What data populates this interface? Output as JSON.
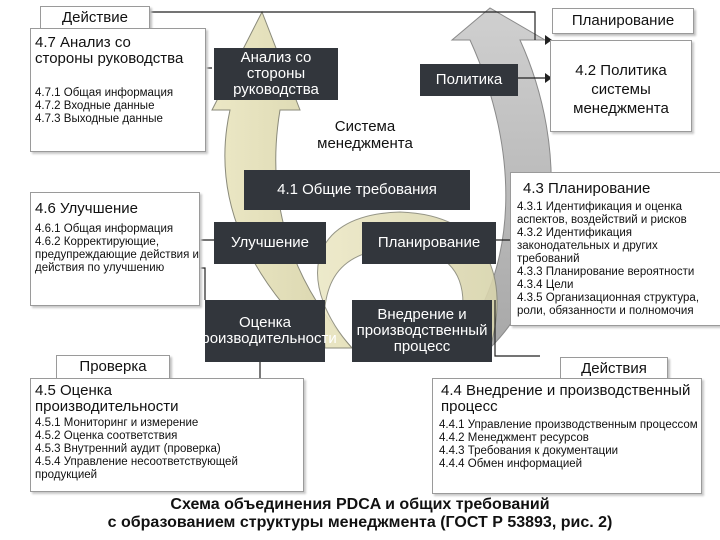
{
  "tags": {
    "act": "Действие",
    "plan": "Планирование",
    "check": "Проверка",
    "do": "Действия"
  },
  "box_47": {
    "title": "4.7 Анализ со стороны руководства",
    "items": [
      "4.7.1 Общая информация",
      "4.7.2 Входные данные",
      "4.7.3 Выходные данные"
    ]
  },
  "box_46": {
    "title": "4.6 Улучшение",
    "items": [
      "4.6.1 Общая информация",
      "4.6.2 Корректирующие, предупреждающие действия и действия по улучшению"
    ]
  },
  "box_45": {
    "title": "4.5 Оценка производительности",
    "items": [
      "4.5.1 Мониторинг и измерение",
      "4.5.2 Оценка соответствия",
      "4.5.3 Внутренний аудит (проверка)",
      "4.5.4 Управление несоответствующей продукцией"
    ]
  },
  "box_42": {
    "title": "4.2 Политика системы менеджмента"
  },
  "box_43": {
    "title": "4.3 Планирование",
    "items": [
      "4.3.1 Идентификация и оценка аспектов, воздействий и рисков",
      "4.3.2 Идентификация законодательных и других требований",
      "4.3.3 Планирование вероятности",
      "4.3.4 Цели",
      "4.3.5 Организационная структура, роли, обязанности и полномочия"
    ]
  },
  "box_44": {
    "title": "4.4 Внедрение и производственный процесс",
    "items": [
      "4.4.1 Управление производственным процессом",
      "4.4.2 Менеджмент ресурсов",
      "4.4.3 Требования к документации",
      "4.4.4 Обмен информацией"
    ]
  },
  "center": {
    "management_review": "Анализ со стороны руководства",
    "policy": "Политика",
    "system": "Система менеджмента",
    "general": "4.1 Общие требования",
    "improvement": "Улучшение",
    "planning": "Планирование",
    "evaluation": "Оценка производительности",
    "implementation": "Внедрение и производственный процесс"
  },
  "caption": {
    "line1": "Схема объединения PDCA и общих требований",
    "line2": "с образованием структуры менеджмента (ГОСТ Р 53893, рис. 2)"
  },
  "colors": {
    "dark_box": "#32363c",
    "arrow_fill": "#e6e2bc",
    "arrow_stroke": "#8a8a7a",
    "text": "#111111"
  }
}
